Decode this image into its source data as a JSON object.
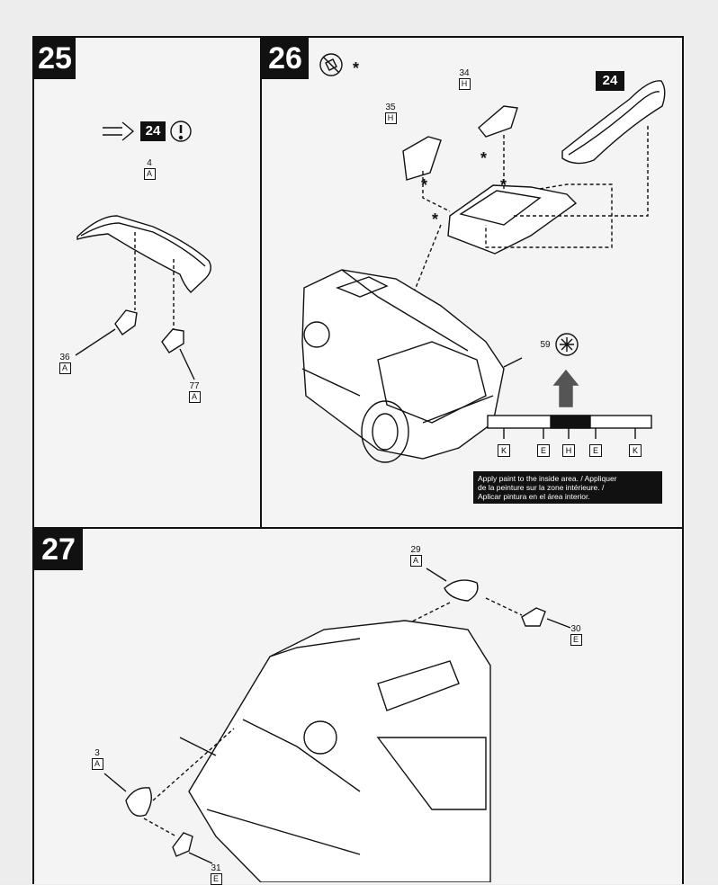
{
  "steps": [
    {
      "number": "25",
      "callout": "24",
      "parts": [
        {
          "num": "4",
          "letter": "A"
        },
        {
          "num": "36",
          "letter": "A"
        },
        {
          "num": "77",
          "letter": "A"
        }
      ]
    },
    {
      "number": "26",
      "callout": "24",
      "parts": [
        {
          "num": "34",
          "letter": "H"
        },
        {
          "num": "35",
          "letter": "H"
        },
        {
          "num": "59",
          "letter": ""
        }
      ],
      "paint_legend": [
        "K",
        "E",
        "H",
        "E",
        "K"
      ],
      "note": [
        "Apply paint to the inside area. / Appliquer",
        "de la peinture sur la zone intérieure. /",
        "Aplicar pintura en el área interior."
      ]
    },
    {
      "number": "27",
      "parts": [
        {
          "num": "29",
          "letter": "A"
        },
        {
          "num": "30",
          "letter": "E"
        },
        {
          "num": "3",
          "letter": "A"
        },
        {
          "num": "31",
          "letter": "E"
        }
      ]
    }
  ],
  "icons": {
    "no_glue": "no-glue-icon",
    "asterisk": "*",
    "attention": "attention-icon",
    "paint": "paint-icon"
  },
  "colors": {
    "ink": "#111111",
    "paper": "#f4f4f4",
    "arrow": "#555555"
  }
}
